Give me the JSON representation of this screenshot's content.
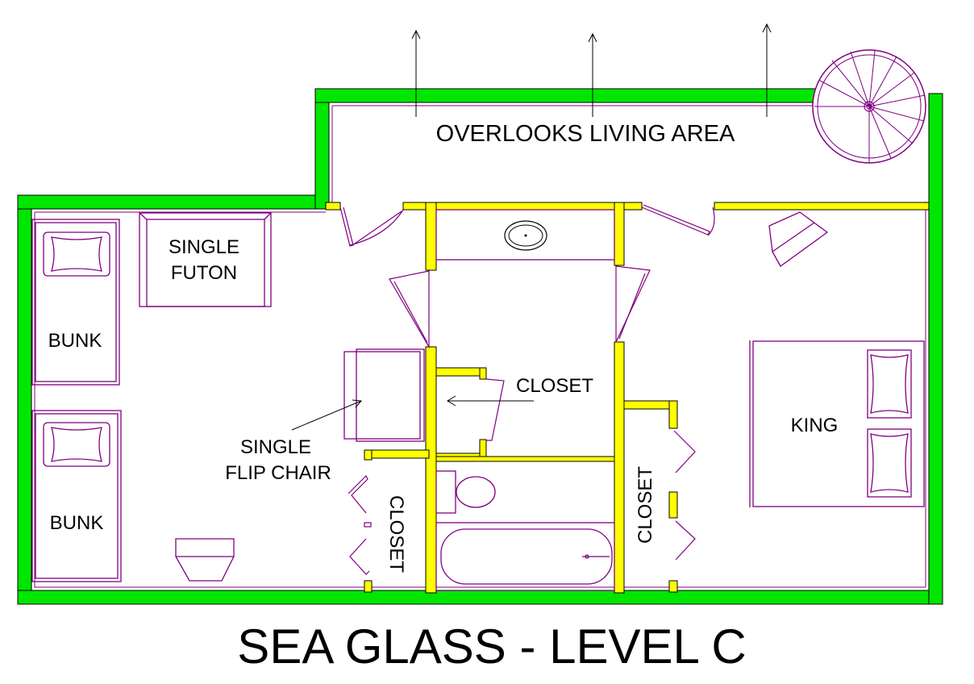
{
  "colors": {
    "exterior_wall": "#00e600",
    "interior_wall": "#ffff00",
    "wall_outline": "#000000",
    "furniture": "#800080",
    "text": "#000000"
  },
  "title": "SEA GLASS - LEVEL C",
  "labels": {
    "overlook": "OVERLOOKS LIVING AREA",
    "futon_line1": "SINGLE",
    "futon_line2": "FUTON",
    "bunk_top": "BUNK",
    "bunk_bottom": "BUNK",
    "chair_line1": "SINGLE",
    "chair_line2": "FLIP CHAIR",
    "closet_center": "CLOSET",
    "closet_left": "CLOSET",
    "closet_right": "CLOSET",
    "king": "KING"
  },
  "icons": {
    "spiral_stair": "spiral-staircase-icon",
    "sink": "sink-icon",
    "toilet": "toilet-icon",
    "bathtub": "bathtub-icon"
  }
}
